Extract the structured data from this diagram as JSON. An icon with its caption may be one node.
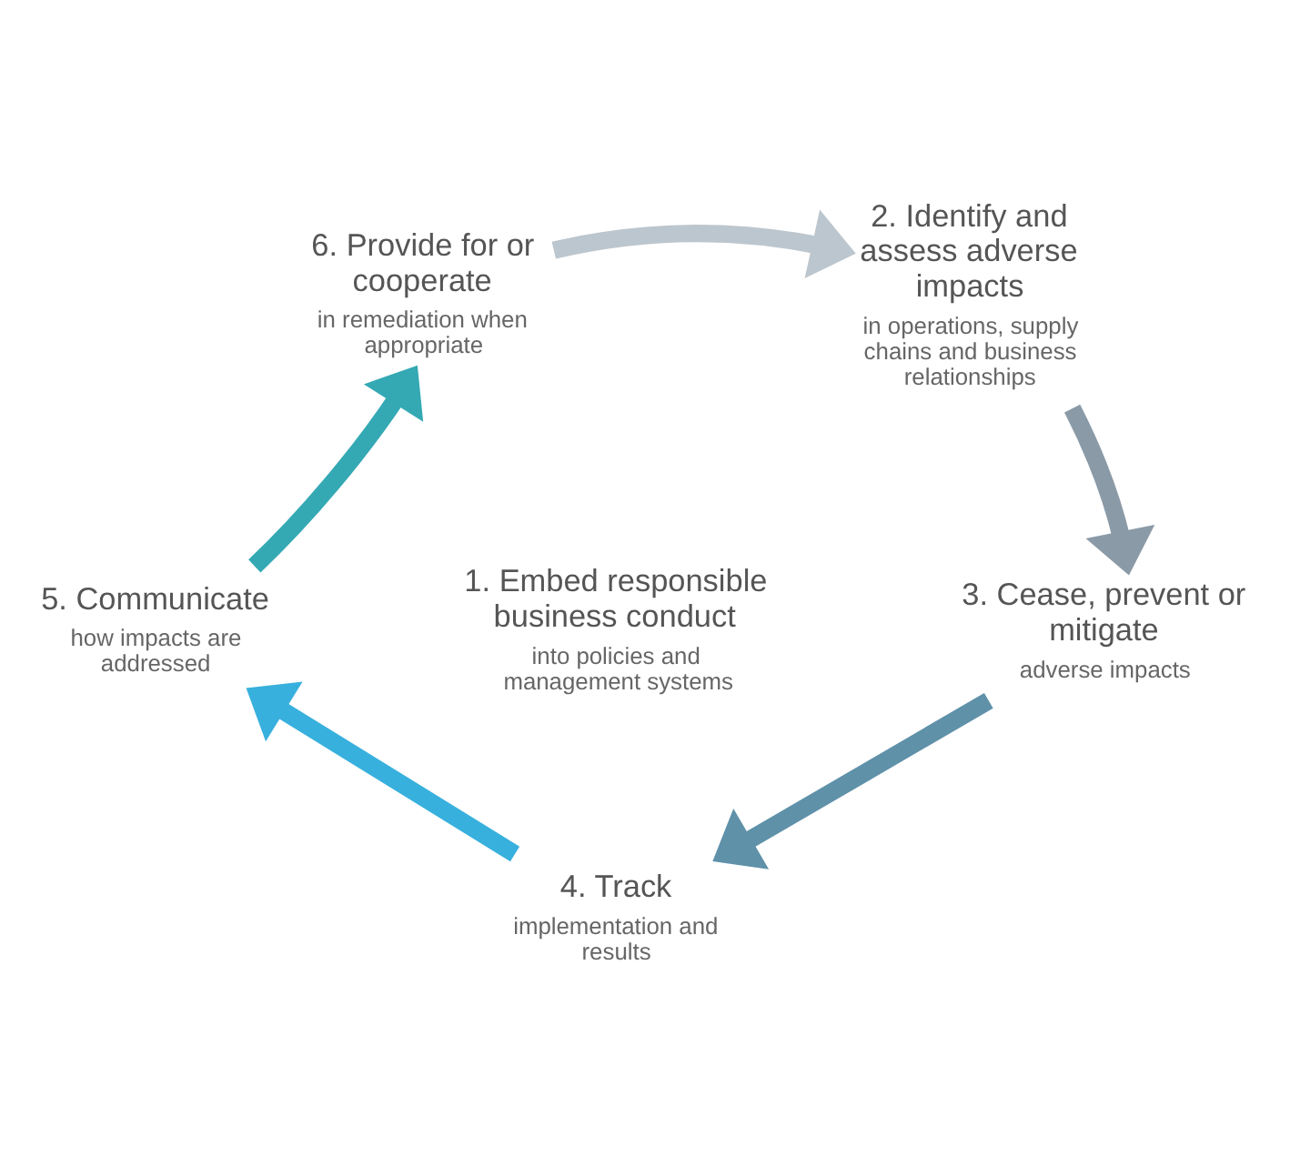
{
  "diagram": {
    "nodes": [
      {
        "text": [
          "1. Embed responsible business conduct",
          "into policies and management systems"
        ]
      },
      {
        "text": [
          "2. Identify and assess adverse impacts",
          "in operations, supply chains and business relationships"
        ]
      },
      {
        "text": [
          "3. Cease, prevent or mitigate",
          "adverse impacts"
        ]
      },
      {
        "text": [
          "4. Track",
          "implementation and results"
        ]
      },
      {
        "text": [
          "5. Communicate",
          "how impacts are addressed"
        ]
      },
      {
        "text": [
          "6. Provide for or cooperate",
          "in remediation when appropriate"
        ]
      }
    ],
    "edges": [
      {
        "from": 5,
        "to": 1,
        "arrow": "to",
        "color": "#bcc6ce"
      },
      {
        "from": 1,
        "to": 2,
        "arrow": "to",
        "color": "#8b9aa7"
      },
      {
        "from": 2,
        "to": 3,
        "arrow": "to",
        "color": "#5f91a9"
      },
      {
        "from": 3,
        "to": 4,
        "arrow": "to",
        "color": "#38b0dd"
      },
      {
        "from": 4,
        "to": 5,
        "arrow": "to",
        "color": "#34a9b4"
      }
    ]
  }
}
